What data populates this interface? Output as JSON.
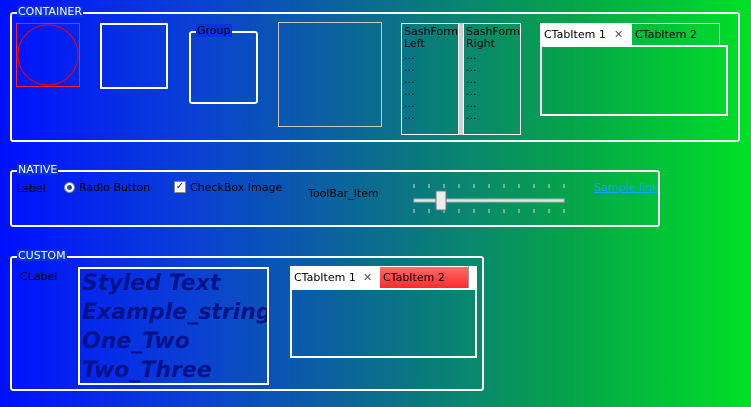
{
  "container": {
    "legend": "CONTAINER",
    "group_label": "Group",
    "sash_left": [
      "SashForm",
      "Left",
      "...",
      "...",
      "...",
      "...",
      "...",
      "..."
    ],
    "sash_right": [
      "SashForm",
      "Right",
      "...",
      "...",
      "...",
      "...",
      "...",
      "..."
    ],
    "tabs": [
      {
        "label": "CTabItem 1"
      },
      {
        "label": "CTabItem 2"
      }
    ]
  },
  "native": {
    "legend": "NATIVE",
    "label": "Label",
    "radio_label": "Radio Button",
    "checkbox_label": "CheckBox Image",
    "toolbar_item": "ToolBar_Item",
    "link": "Sample link",
    "slider": {
      "value": 0.18
    }
  },
  "custom": {
    "legend": "CUSTOM",
    "clabel": "CLabel",
    "styled_text": [
      "Styled Text",
      "Example_string",
      "One_Two",
      "Two_Three"
    ],
    "tabs": [
      {
        "label": "CTabItem 1"
      },
      {
        "label": "CTabItem 2"
      }
    ]
  },
  "colors": {
    "link": "#1aa0ff",
    "styled_text": "#00128a",
    "tab_selected_bg": "#ffffff",
    "tab_highlight_bg": "#ff3a3a",
    "canvas_circle": "#ff0000"
  },
  "icons": {
    "tab_close": "close-x-icon"
  }
}
